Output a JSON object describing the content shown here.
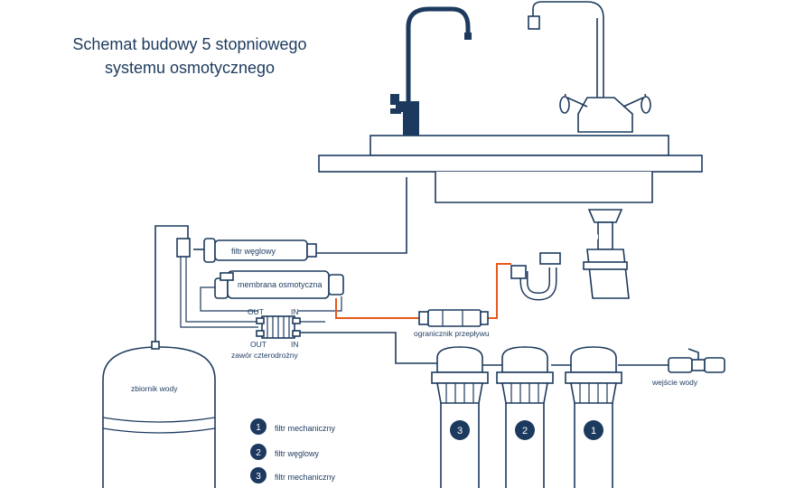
{
  "title": {
    "line1": "Schemat budowy 5 stopniowego",
    "line2": "systemu osmotycznego"
  },
  "labels": {
    "carbon_filter": "filtr węglowy",
    "membrane": "membrana osmotyczna",
    "out_top": "OUT",
    "in_top": "IN",
    "out_bottom": "OUT",
    "in_bottom": "IN",
    "four_way_valve": "zawór czterodrożny",
    "flow_restrictor": "ogranicznik przepływu",
    "water_inlet": "wejście wody",
    "tank": "zbiornik wody"
  },
  "housings": [
    {
      "number": "3"
    },
    {
      "number": "2"
    },
    {
      "number": "1"
    }
  ],
  "legend": [
    {
      "number": "1",
      "text": "filtr mechaniczny"
    },
    {
      "number": "2",
      "text": "filtr węglowy"
    },
    {
      "number": "3",
      "text": "filtr mechaniczny"
    }
  ],
  "colors": {
    "primary": "#1c3a5e",
    "waste_line": "#e8581c",
    "background": "#ffffff"
  }
}
